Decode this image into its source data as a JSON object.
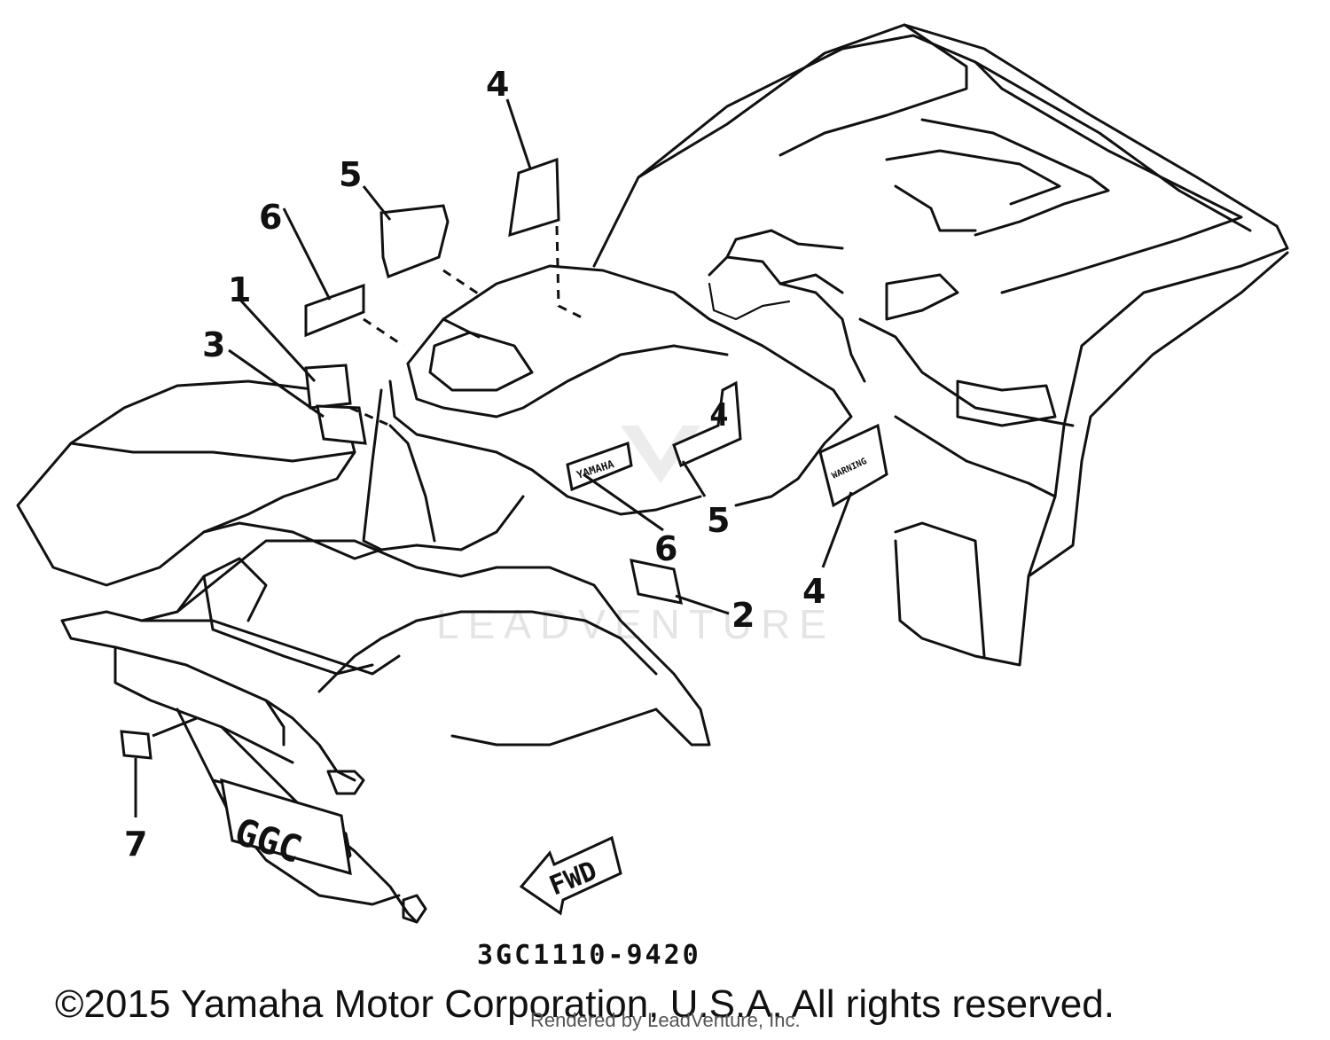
{
  "callouts": {
    "c1": "1",
    "c2": "2",
    "c3": "3",
    "c4a": "4",
    "c4b": "4",
    "c5a": "5",
    "c5b": "5",
    "c6a": "6",
    "c6b": "6",
    "c7": "7"
  },
  "decals": {
    "yamaha_text": "YAMAHA",
    "model_text": "4",
    "plate_text": "GGC",
    "fwd_text": "FWD",
    "warning_text": "WARNING"
  },
  "watermark": {
    "text": "LEADVENTURE"
  },
  "footer": {
    "part_number": "3GC1110-9420",
    "copyright": "©2015 Yamaha Motor Corporation, U.S.A. All rights reserved.",
    "rendered_by": "Rendered by LeadVenture, Inc."
  }
}
